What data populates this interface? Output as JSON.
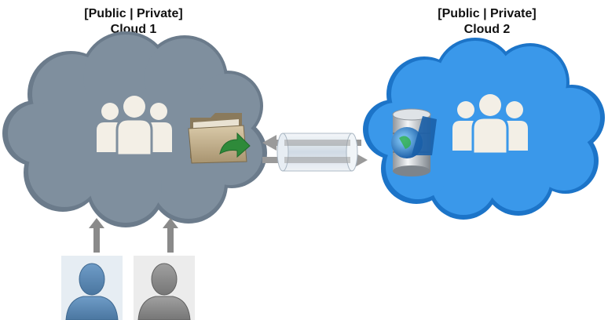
{
  "clouds": [
    {
      "bracket_label": "[Public | Private]",
      "name": "Cloud 1",
      "color": "#7a8a99"
    },
    {
      "bracket_label": "[Public | Private]",
      "name": "Cloud 2",
      "color": "#2f8fe0"
    }
  ],
  "colors": {
    "people_icon": "#f3efe6",
    "up_arrow": "#8a8a8a",
    "user_blue": "#5b86b0",
    "user_gray": "#8c8c8c",
    "pipe": "#d8e2ec",
    "pipe_arrow": "#9a9a9a"
  },
  "icons": [
    "people-icon",
    "folder-icon",
    "database-icon",
    "user-icon"
  ]
}
